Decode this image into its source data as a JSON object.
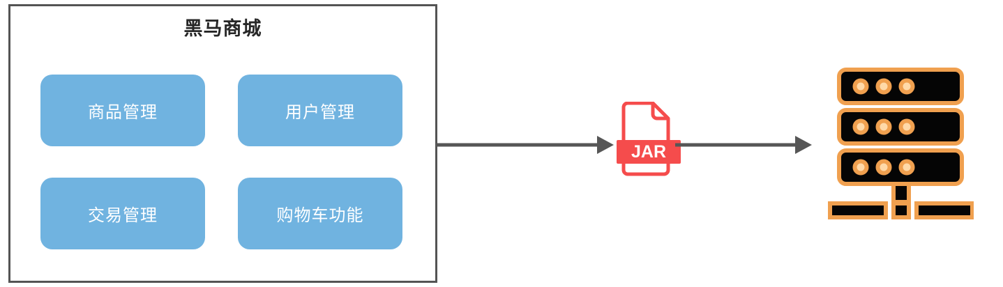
{
  "diagram": {
    "title": "黑马商城",
    "type": "monolith-deployment-flow",
    "background_color": "#ffffff"
  },
  "app_container": {
    "name": "黑马商城",
    "border_color": "#545454",
    "modules": [
      {
        "label": "商品管理",
        "color": "#70b3e0"
      },
      {
        "label": "用户管理",
        "color": "#70b3e0"
      },
      {
        "label": "交易管理",
        "color": "#70b3e0"
      },
      {
        "label": "购物车功能",
        "color": "#70b3e0"
      }
    ]
  },
  "arrows": [
    {
      "name": "package-arrow",
      "from": "黑马商城",
      "to": "JAR",
      "color": "#565656"
    },
    {
      "name": "deploy-arrow",
      "from": "JAR",
      "to": "server",
      "color": "#565656"
    }
  ],
  "artifact": {
    "icon": "jar-file-icon",
    "label": "JAR",
    "color": "#f54c4c",
    "label_color": "#ffffff"
  },
  "server": {
    "icon": "server-rack-icon",
    "rack_units": 3,
    "lights_per_unit": 3,
    "body_color": "#000000",
    "outline_color": "#f0a04f"
  }
}
